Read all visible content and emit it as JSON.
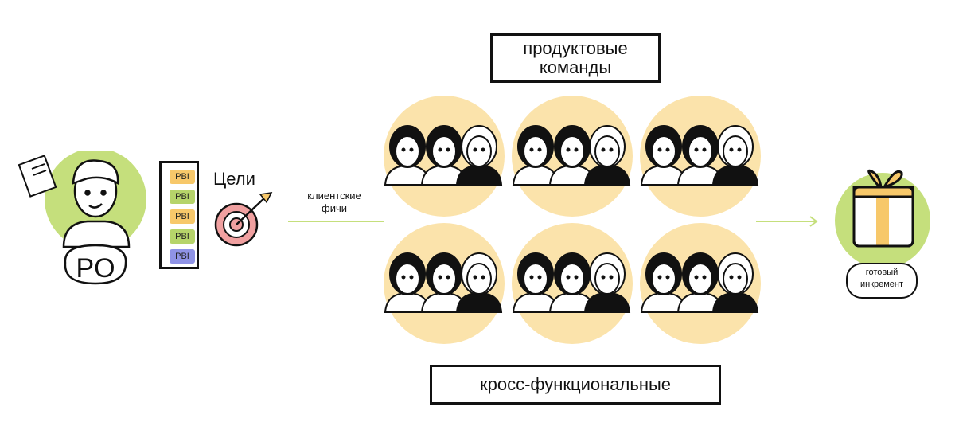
{
  "title_top": {
    "line1": "продуктовые",
    "line2": "команды"
  },
  "title_bottom": "кросс-функциональные",
  "po": {
    "label": "PO"
  },
  "backlog": {
    "items": [
      {
        "label": "PBI",
        "color": "#f7c86a"
      },
      {
        "label": "PBI",
        "color": "#b6d46a"
      },
      {
        "label": "PBI",
        "color": "#f7c86a"
      },
      {
        "label": "PBI",
        "color": "#b6d46a"
      },
      {
        "label": "PBI",
        "color": "#8f93e6"
      }
    ]
  },
  "goals": {
    "label": "Цели"
  },
  "features": {
    "line1": "клиентские",
    "line2": "фичи"
  },
  "result": {
    "line1": "готовый",
    "line2": "инкремент"
  },
  "teams_count": 6,
  "colors": {
    "team_circle": "#fbe3ab",
    "green": "#c5df7c",
    "yellow": "#f7c86a",
    "target": "#f0a0a0"
  }
}
